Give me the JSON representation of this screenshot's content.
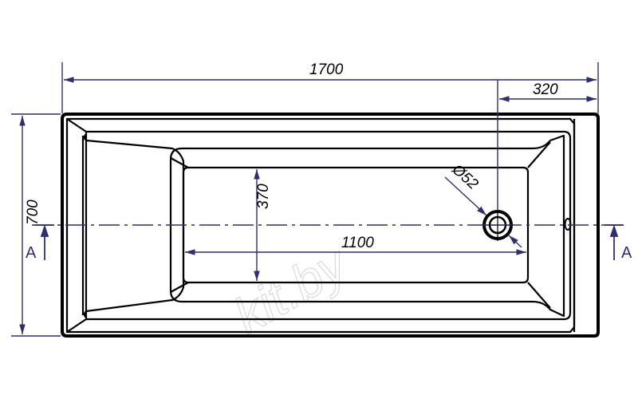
{
  "drawing": {
    "dimensions": {
      "overall_length": "1700",
      "overall_width": "700",
      "drain_offset": "320",
      "drain_diameter": "Ø52",
      "inner_depth_width": "370",
      "inner_length": "1100"
    },
    "section_marks": {
      "left": "A",
      "right": "A"
    },
    "watermark": "kit.by"
  },
  "colors": {
    "outline": "#000000",
    "dimension_line": "#2f2f6e",
    "centerline": "#2f2f6e",
    "watermark": "#d9d9d9"
  }
}
